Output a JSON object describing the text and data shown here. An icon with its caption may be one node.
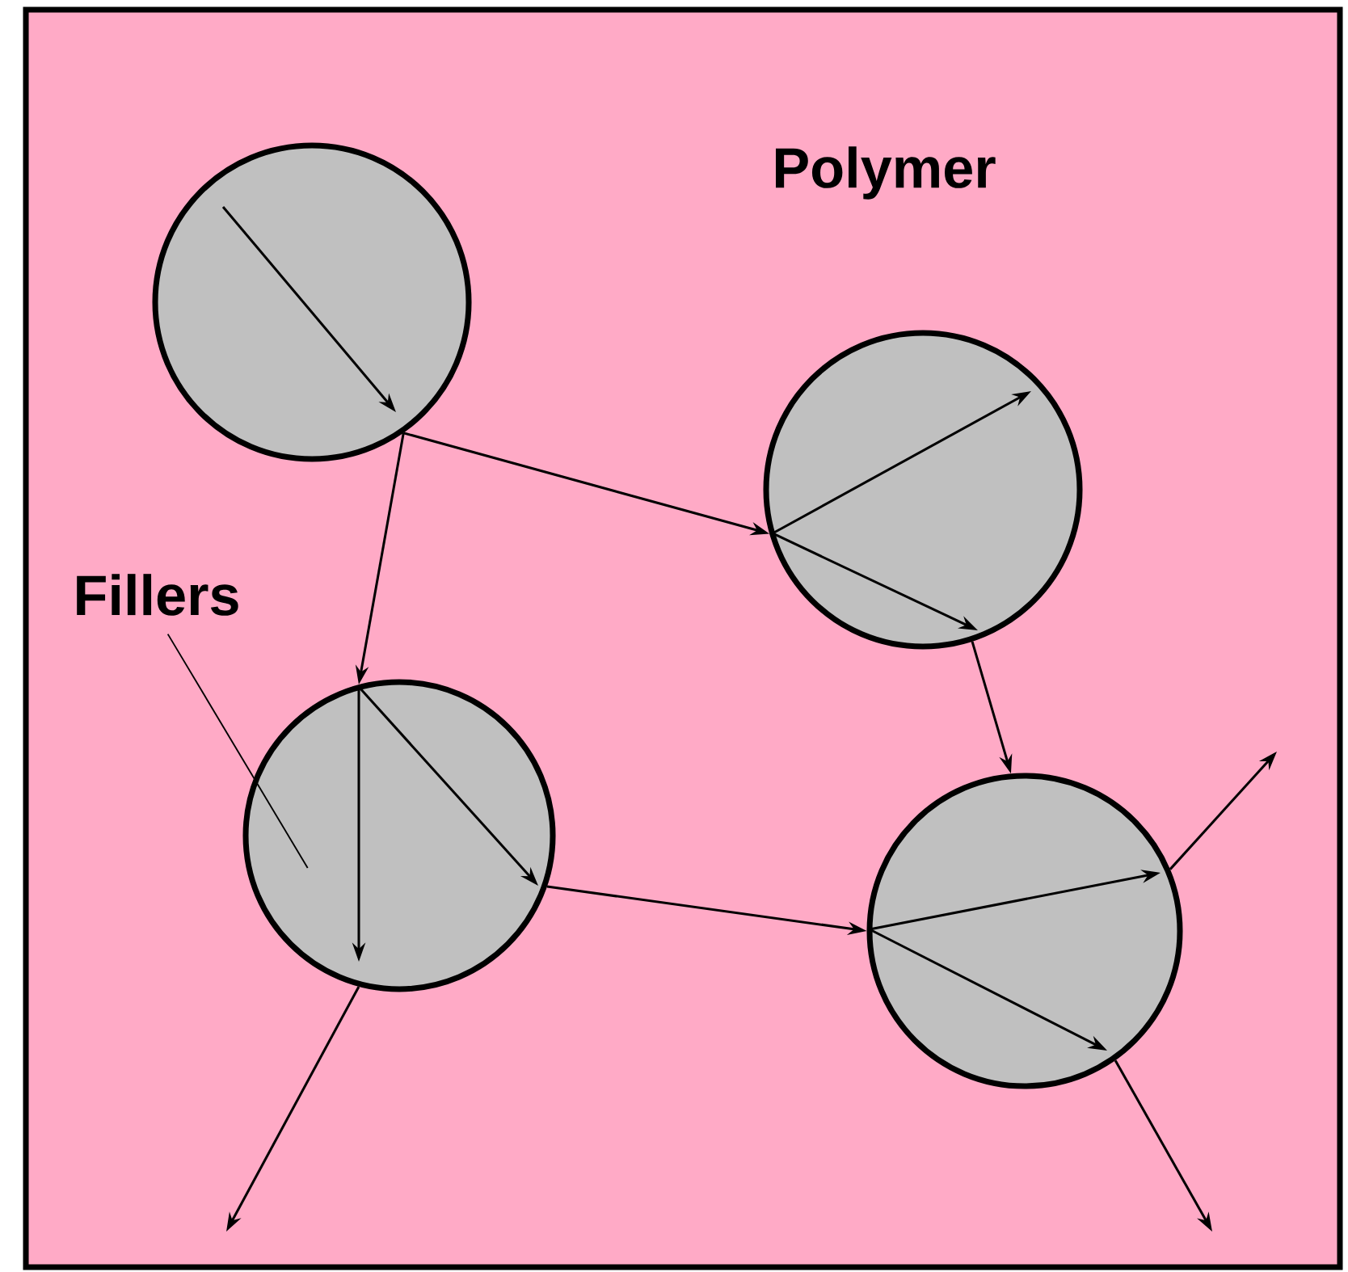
{
  "diagram": {
    "nodes": [
      {
        "text": [],
        "shape": "circle"
      },
      {
        "text": [],
        "shape": "circle"
      },
      {
        "text": [],
        "shape": "circle"
      },
      {
        "text": [],
        "shape": "circle"
      },
      {
        "text": [
          "Fillers"
        ]
      }
    ],
    "edges": [
      {
        "from": 0,
        "to": 1,
        "arrow": "to"
      },
      {
        "from": 0,
        "to": 2,
        "arrow": "to"
      },
      {
        "from": 1,
        "to": 3,
        "arrow": "to"
      },
      {
        "from": 2,
        "to": 3,
        "arrow": "to"
      },
      {
        "from": 2,
        "to": null,
        "arrow": "to"
      },
      {
        "from": 3,
        "to": null,
        "arrow": "to"
      },
      {
        "from": 3,
        "to": null,
        "arrow": "to"
      },
      {
        "from": 4,
        "to": 2,
        "arrow": "none"
      }
    ],
    "labels": [
      "Polymer"
    ]
  }
}
